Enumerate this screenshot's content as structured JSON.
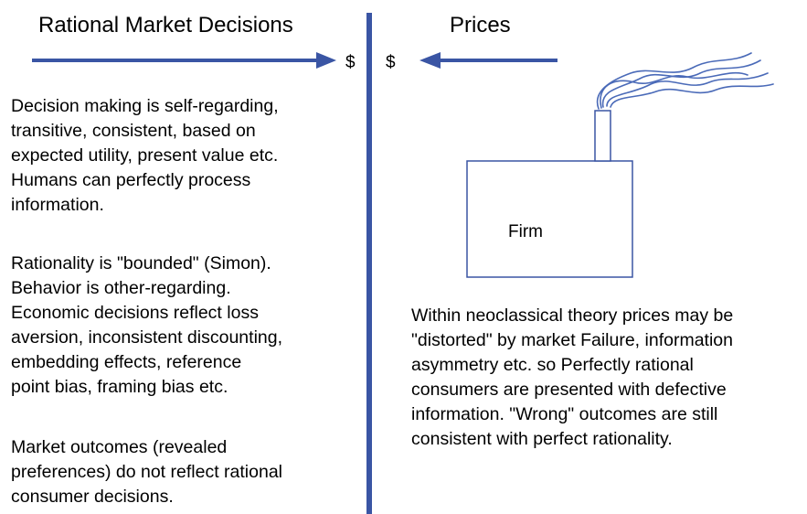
{
  "left": {
    "heading": "Rational Market Decisions",
    "dollar": "$",
    "paragraphs": [
      "Decision making is self-regarding,\ntransitive, consistent, based on\nexpected utility, present value etc.\nHumans can perfectly process\ninformation.",
      "Rationality is \"bounded\" (Simon).\nBehavior is other-regarding.\nEconomic decisions reflect loss\naversion, inconsistent discounting,\nembedding effects, reference\npoint bias, framing bias etc.",
      "Market outcomes (revealed\npreferences) do not reflect rational\nconsumer decisions."
    ]
  },
  "right": {
    "heading": "Prices",
    "dollar": "$",
    "firm_label": "Firm",
    "paragraph": "Within neoclassical theory prices may be\n\"distorted\" by market Failure, information\nasymmetry etc. so Perfectly rational\nconsumers are presented with defective\ninformation. \"Wrong\" outcomes are still\nconsistent with perfect rationality."
  },
  "colors": {
    "accent_blue": "#3a55a4",
    "smoke_blue": "#4a6ab8",
    "outline": "#3a55a4",
    "text": "#000000"
  }
}
